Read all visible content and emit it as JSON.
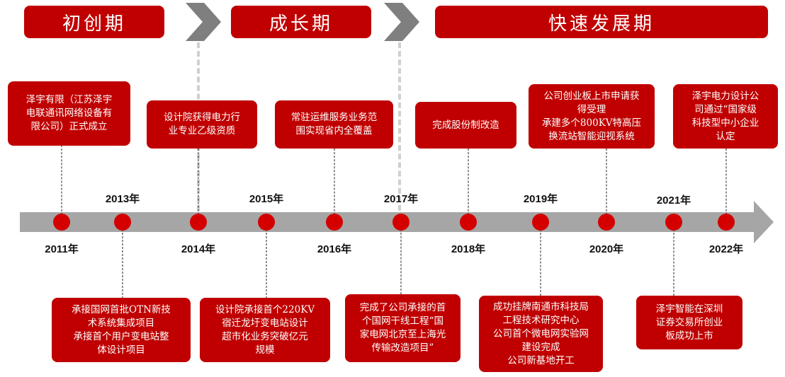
{
  "phases": [
    {
      "label": "初创期"
    },
    {
      "label": "成长期"
    },
    {
      "label": "快速发展期"
    }
  ],
  "years": {
    "y2011": "2011年",
    "y2013": "2013年",
    "y2014": "2014年",
    "y2015": "2015年",
    "y2016": "2016年",
    "y2017": "2017年",
    "y2018": "2018年",
    "y2019": "2019年",
    "y2020": "2020年",
    "y2021": "2021年",
    "y2022": "2022年"
  },
  "events_top": {
    "e2011": "泽宇有限（江苏泽宇\n电联通讯网络设备有\n限公司）正式成立",
    "e2014": "设计院获得电力行\n业专业乙级资质",
    "e2016": "常驻运维服务业务范\n围实现省内全覆盖",
    "e2018": "完成股份制改造",
    "e2020": "公司创业板上市申请获\n得受理\n承建多个800KV特高压\n换流站智能迎视系统",
    "e2022": "泽宇电力设计公\n司通过“国家级\n科技型中小企业\n认定"
  },
  "events_bottom": {
    "e2013": "承接国网首批OTN新技\n术系统集成项目\n承接首个用户变电站整\n体设计项目",
    "e2015": "设计院承接首个220KV\n宿迁龙圩变电站设计\n超市化业务突破亿元\n规模",
    "e2017": "完成了公司承接的首\n个国网干线工程“国\n家电网北京至上海光\n传输改造项目”",
    "e2019": "成功挂牌南通市科技局\n工程技术研究中心\n公司首个微电网实验网\n建设完成\n公司新基地开工",
    "e2021": "泽宇智能在深圳\n证券交易所创业\n板成功上市"
  },
  "colors": {
    "accent": "#c00000",
    "node": "#d40000",
    "axis": "#a6a6a6",
    "chevron": "#7f7f7f"
  }
}
